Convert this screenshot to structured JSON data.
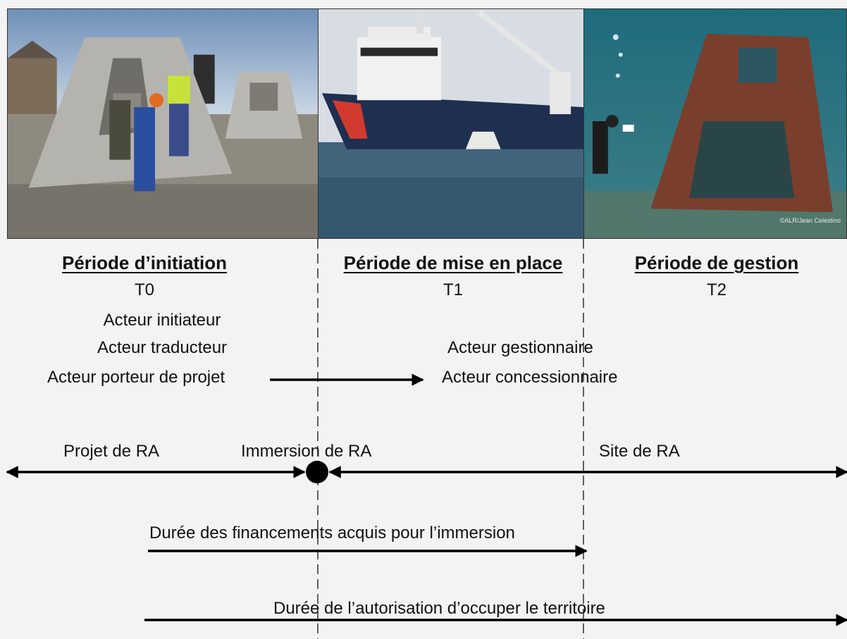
{
  "photos": {
    "left": {
      "subject": "concrete reef module on quay"
    },
    "middle": {
      "subject": "vessel immersing reef module"
    },
    "right": {
      "subject": "diver near colonized reef",
      "credit": "©ALR/Jean Celestino"
    }
  },
  "periods": [
    {
      "title": "Période d’initiation",
      "code": "T0"
    },
    {
      "title": "Période de mise en place",
      "code": "T1"
    },
    {
      "title": "Période de gestion",
      "code": "T2"
    }
  ],
  "actors": {
    "initiateur": "Acteur initiateur",
    "traducteur": "Acteur traducteur",
    "porteur": "Acteur porteur de projet",
    "gestionnaire": "Acteur gestionnaire",
    "concessionnaire": "Acteur concessionnaire"
  },
  "timeline": {
    "projet": "Projet de RA",
    "immersion": "Immersion de RA",
    "site": "Site de RA"
  },
  "durations": {
    "financements": "Durée des financements acquis pour l’immersion",
    "autorisation": "Durée de l’autorisation d’occuper le territoire"
  }
}
